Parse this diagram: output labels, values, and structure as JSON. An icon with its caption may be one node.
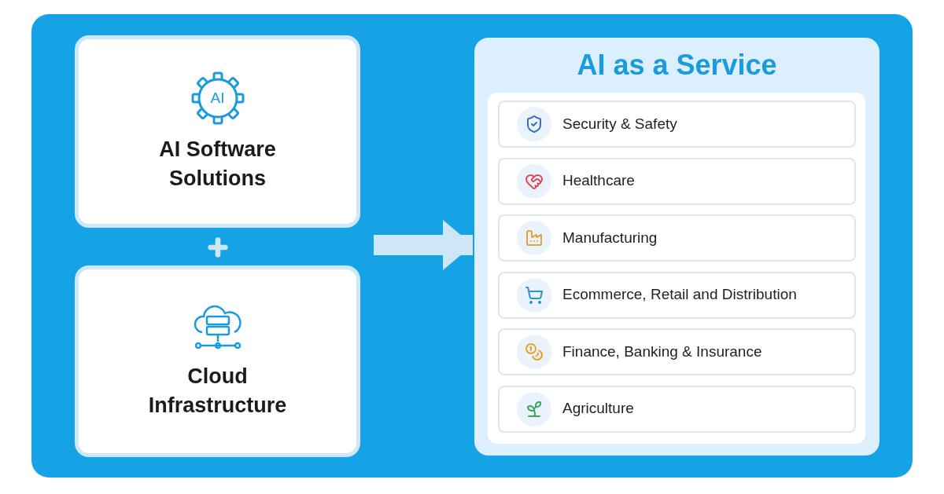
{
  "diagram": {
    "nodes": [
      {
        "text": [
          "AI Software Solutions"
        ]
      },
      {
        "text": [
          "Cloud Infrastructure"
        ]
      },
      {
        "text": [
          "AI as a Service"
        ]
      },
      {
        "text": [
          "Security & Safety"
        ],
        "in": 2
      },
      {
        "text": [
          "Healthcare"
        ],
        "in": 2
      },
      {
        "text": [
          "Manufacturing"
        ],
        "in": 2
      },
      {
        "text": [
          "Ecommerce, Retail and Distribution"
        ],
        "in": 2
      },
      {
        "text": [
          "Finance, Banking & Insurance"
        ],
        "in": 2
      },
      {
        "text": [
          "Agriculture"
        ],
        "in": 2
      }
    ],
    "edges": [
      {
        "from": null,
        "to": 2,
        "arrow": "to",
        "color": "#cde6f8"
      }
    ],
    "labels": [
      "AI"
    ]
  }
}
